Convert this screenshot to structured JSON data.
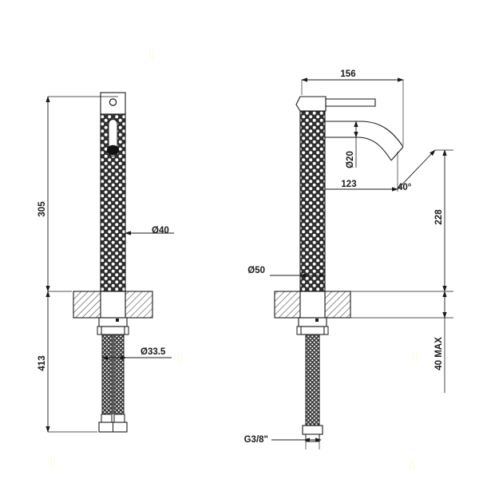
{
  "drawing": {
    "title": "Tall basin mixer tap technical drawing",
    "type": "engineering-dimension-drawing",
    "views": [
      {
        "name": "front-view",
        "position": "left"
      },
      {
        "name": "side-view",
        "position": "right"
      }
    ],
    "line_color": "#1a1a1a",
    "background_color": "#ffffff",
    "hatch_color": "#2b2b2b"
  },
  "dimensions": {
    "front": {
      "height_above_deck": "305",
      "body_diameter": "Ø40",
      "below_deck_length": "413",
      "hose_diameter": "Ø33.5"
    },
    "side": {
      "spout_total_reach": "156",
      "spout_outlet_diameter": "Ø20",
      "spout_reach": "123",
      "spout_angle": "40°",
      "spout_height": "228",
      "base_diameter": "Ø50",
      "deck_thickness_max": "40 MAX",
      "thread_size": "G3/8ʺ"
    }
  },
  "labels": [
    {
      "id": "dim-305",
      "text": "305"
    },
    {
      "id": "dim-d40",
      "text": "Ø40"
    },
    {
      "id": "dim-413",
      "text": "413"
    },
    {
      "id": "dim-d335",
      "text": "Ø33.5"
    },
    {
      "id": "dim-156",
      "text": "156"
    },
    {
      "id": "dim-d20",
      "text": "Ø20"
    },
    {
      "id": "dim-123",
      "text": "123"
    },
    {
      "id": "dim-40deg",
      "text": "40°"
    },
    {
      "id": "dim-228",
      "text": "228"
    },
    {
      "id": "dim-d50",
      "text": "Ø50"
    },
    {
      "id": "dim-40max",
      "text": "40 MAX"
    },
    {
      "id": "dim-g38",
      "text": "G3/8ʺ"
    }
  ],
  "watermarks": [
    {
      "id": "wm-top-left",
      "text": "||"
    },
    {
      "id": "wm-mid-left",
      "text": "||"
    },
    {
      "id": "wm-bottom-left",
      "text": "||"
    },
    {
      "id": "wm-mid-right",
      "text": "||"
    },
    {
      "id": "wm-bottom-right",
      "text": "||"
    }
  ]
}
